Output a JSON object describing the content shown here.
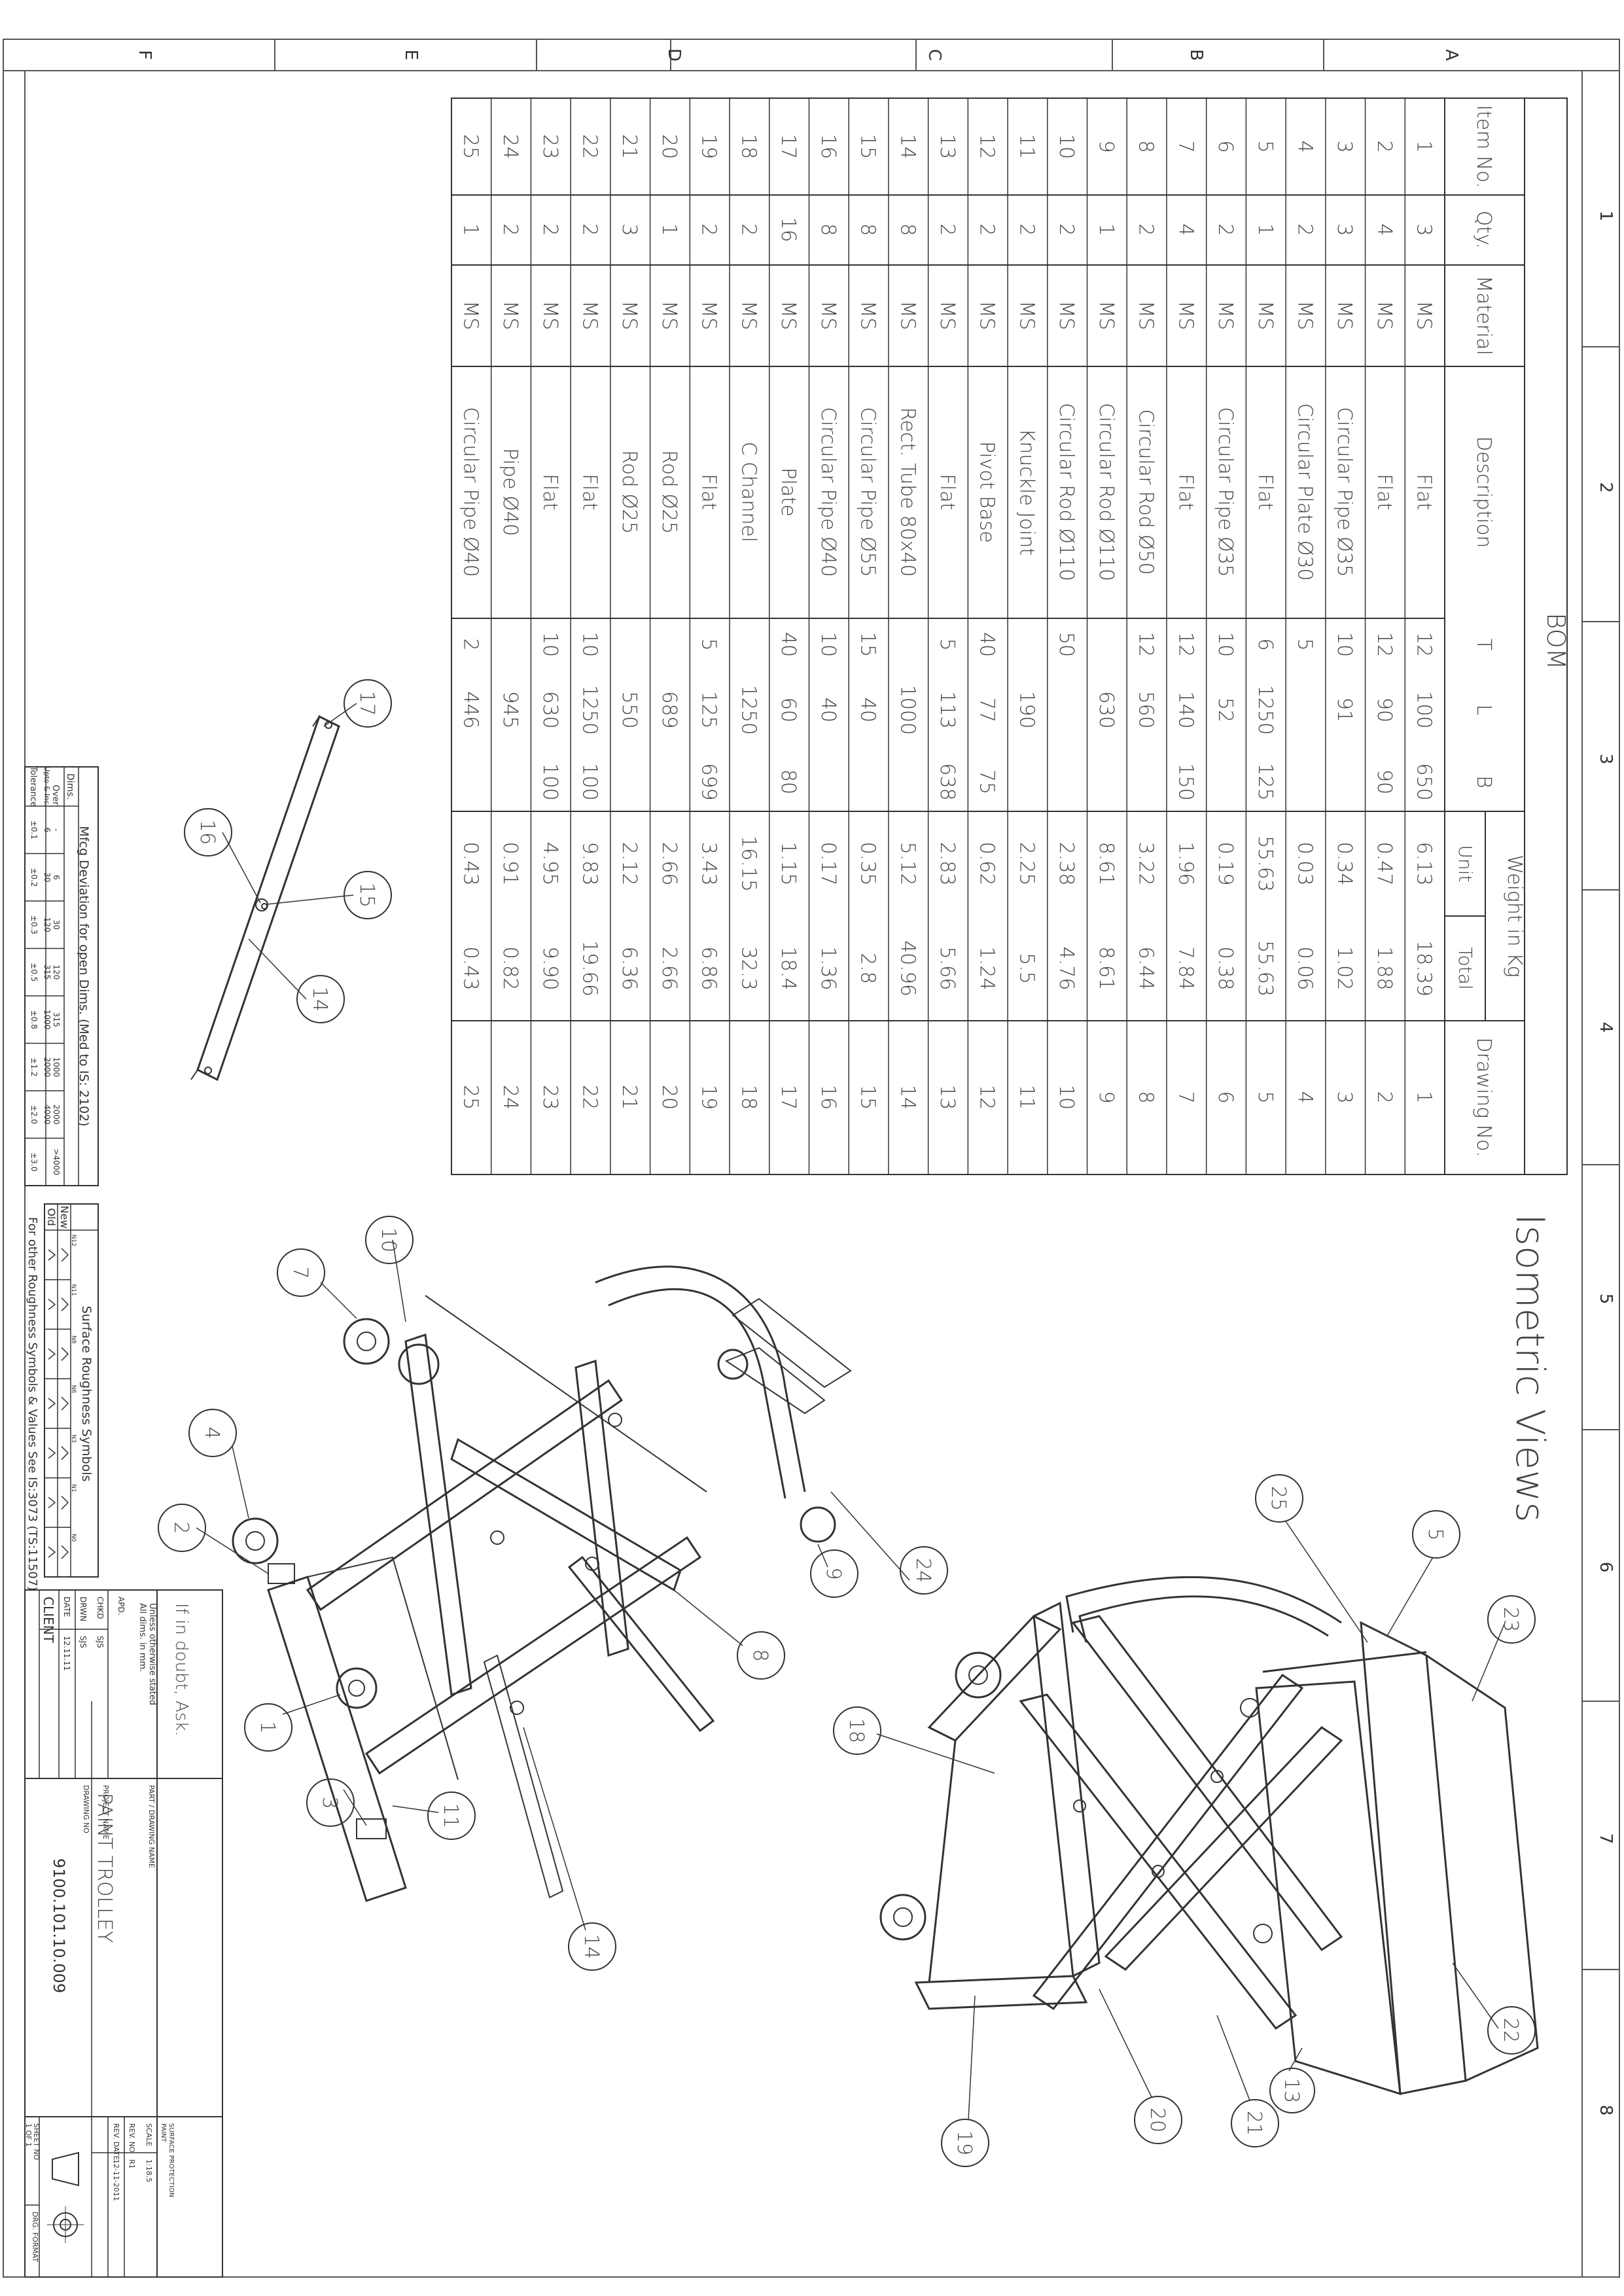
{
  "zones": {
    "letters": [
      "A",
      "B",
      "C",
      "D",
      "E",
      "F"
    ],
    "numbers": [
      "1",
      "2",
      "3",
      "4",
      "5",
      "6",
      "7",
      "8"
    ]
  },
  "bom": {
    "title": "BOM",
    "headers": {
      "item": "Item No.",
      "qty": "Qty.",
      "material": "Material",
      "description": "Description",
      "t": "T",
      "l": "L",
      "b": "B",
      "weight": "Weight in Kg",
      "unit": "Unit",
      "total": "Total",
      "drawing": "Drawing No."
    },
    "rows": [
      {
        "item": "1",
        "qty": "3",
        "material": "MS",
        "desc": "Flat",
        "t": "12",
        "l": "100",
        "b": "650",
        "unit": "6.13",
        "total": "18.39",
        "dwg": "1"
      },
      {
        "item": "2",
        "qty": "4",
        "material": "MS",
        "desc": "Flat",
        "t": "12",
        "l": "90",
        "b": "90",
        "unit": "0.47",
        "total": "1.88",
        "dwg": "2"
      },
      {
        "item": "3",
        "qty": "3",
        "material": "MS",
        "desc": "Circular Pipe Ø35",
        "t": "10",
        "l": "91",
        "b": "",
        "unit": "0.34",
        "total": "1.02",
        "dwg": "3"
      },
      {
        "item": "4",
        "qty": "2",
        "material": "MS",
        "desc": "Circular Plate Ø30",
        "t": "5",
        "l": "",
        "b": "",
        "unit": "0.03",
        "total": "0.06",
        "dwg": "4"
      },
      {
        "item": "5",
        "qty": "1",
        "material": "MS",
        "desc": "Flat",
        "t": "6",
        "l": "1250",
        "b": "125",
        "unit": "55.63",
        "total": "55.63",
        "dwg": "5"
      },
      {
        "item": "6",
        "qty": "2",
        "material": "MS",
        "desc": "Circular Pipe Ø35",
        "t": "10",
        "l": "52",
        "b": "",
        "unit": "0.19",
        "total": "0.38",
        "dwg": "6"
      },
      {
        "item": "7",
        "qty": "4",
        "material": "MS",
        "desc": "Flat",
        "t": "12",
        "l": "140",
        "b": "150",
        "unit": "1.96",
        "total": "7.84",
        "dwg": "7"
      },
      {
        "item": "8",
        "qty": "2",
        "material": "MS",
        "desc": "Circular Rod Ø50",
        "t": "12",
        "l": "560",
        "b": "",
        "unit": "3.22",
        "total": "6.44",
        "dwg": "8"
      },
      {
        "item": "9",
        "qty": "1",
        "material": "MS",
        "desc": "Circular Rod Ø110",
        "t": "",
        "l": "630",
        "b": "",
        "unit": "8.61",
        "total": "8.61",
        "dwg": "9"
      },
      {
        "item": "10",
        "qty": "2",
        "material": "MS",
        "desc": "Circular Rod Ø110",
        "t": "50",
        "l": "",
        "b": "",
        "unit": "2.38",
        "total": "4.76",
        "dwg": "10"
      },
      {
        "item": "11",
        "qty": "2",
        "material": "MS",
        "desc": "Knuckle Joint",
        "t": "",
        "l": "190",
        "b": "",
        "unit": "2.25",
        "total": "5.5",
        "dwg": "11"
      },
      {
        "item": "12",
        "qty": "2",
        "material": "MS",
        "desc": "Pivot Base",
        "t": "40",
        "l": "77",
        "b": "75",
        "unit": "0.62",
        "total": "1.24",
        "dwg": "12"
      },
      {
        "item": "13",
        "qty": "2",
        "material": "MS",
        "desc": "Flat",
        "t": "5",
        "l": "113",
        "b": "638",
        "unit": "2.83",
        "total": "5.66",
        "dwg": "13"
      },
      {
        "item": "14",
        "qty": "8",
        "material": "MS",
        "desc": "Rect. Tube 80x40",
        "t": "",
        "l": "1000",
        "b": "",
        "unit": "5.12",
        "total": "40.96",
        "dwg": "14"
      },
      {
        "item": "15",
        "qty": "8",
        "material": "MS",
        "desc": "Circular Pipe Ø55",
        "t": "15",
        "l": "40",
        "b": "",
        "unit": "0.35",
        "total": "2.8",
        "dwg": "15"
      },
      {
        "item": "16",
        "qty": "8",
        "material": "MS",
        "desc": "Circular Pipe Ø40",
        "t": "10",
        "l": "40",
        "b": "",
        "unit": "0.17",
        "total": "1.36",
        "dwg": "16"
      },
      {
        "item": "17",
        "qty": "16",
        "material": "MS",
        "desc": "Plate",
        "t": "40",
        "l": "60",
        "b": "80",
        "unit": "1.15",
        "total": "18.4",
        "dwg": "17"
      },
      {
        "item": "18",
        "qty": "2",
        "material": "MS",
        "desc": "C Channel",
        "t": "",
        "l": "1250",
        "b": "",
        "unit": "16.15",
        "total": "32.3",
        "dwg": "18"
      },
      {
        "item": "19",
        "qty": "2",
        "material": "MS",
        "desc": "Flat",
        "t": "5",
        "l": "125",
        "b": "699",
        "unit": "3.43",
        "total": "6.86",
        "dwg": "19"
      },
      {
        "item": "20",
        "qty": "1",
        "material": "MS",
        "desc": "Rod Ø25",
        "t": "",
        "l": "689",
        "b": "",
        "unit": "2.66",
        "total": "2.66",
        "dwg": "20"
      },
      {
        "item": "21",
        "qty": "3",
        "material": "MS",
        "desc": "Rod Ø25",
        "t": "",
        "l": "550",
        "b": "",
        "unit": "2.12",
        "total": "6.36",
        "dwg": "21"
      },
      {
        "item": "22",
        "qty": "2",
        "material": "MS",
        "desc": "Flat",
        "t": "10",
        "l": "1250",
        "b": "100",
        "unit": "9.83",
        "total": "19.66",
        "dwg": "22"
      },
      {
        "item": "23",
        "qty": "2",
        "material": "MS",
        "desc": "Flat",
        "t": "10",
        "l": "630",
        "b": "100",
        "unit": "4.95",
        "total": "9.90",
        "dwg": "23"
      },
      {
        "item": "24",
        "qty": "2",
        "material": "MS",
        "desc": "Pipe Ø40",
        "t": "",
        "l": "945",
        "b": "",
        "unit": "0.91",
        "total": "0.82",
        "dwg": "24"
      },
      {
        "item": "25",
        "qty": "1",
        "material": "MS",
        "desc": "Circular Pipe Ø40",
        "t": "2",
        "l": "446",
        "b": "",
        "unit": "0.43",
        "total": "0.43",
        "dwg": "25"
      }
    ]
  },
  "isometric_title": "Isometric Views",
  "balloons": {
    "left_view": [
      "17",
      "16",
      "15",
      "14"
    ],
    "middle_view": [
      "10",
      "7",
      "4",
      "2",
      "1",
      "3",
      "11",
      "14",
      "8",
      "9",
      "24"
    ],
    "right_view": [
      "25",
      "5",
      "23",
      "18",
      "22",
      "19",
      "20",
      "21",
      "13"
    ]
  },
  "tolerance": {
    "title": "Mfcg Deviation for open Dims. (Med to IS: 2102)",
    "row_dims": "Dims.",
    "row_over": "Over",
    "row_upto": "Upto & Inc.",
    "row_tol": "Tolerance",
    "over": [
      "-",
      "6",
      "30",
      "120",
      "315",
      "1000",
      "2000",
      ">4000"
    ],
    "upto": [
      "6",
      "30",
      "120",
      "315",
      "1000",
      "2000",
      "4000",
      ""
    ],
    "tol": [
      "±0.1",
      "±0.2",
      "±0.3",
      "±0.5",
      "±0.8",
      "±1.2",
      "±2.0",
      "±3.0"
    ]
  },
  "roughness": {
    "title": "Surface Roughness Symbols",
    "new_label": "New",
    "old_label": "Old",
    "grades": [
      "N12",
      "N11",
      "N8",
      "N6",
      "N3",
      "N1",
      "N0"
    ],
    "note": "For other Roughness Symbols & Values See IS:3073 (TS:11507)"
  },
  "title_block": {
    "note_line1": "If in doubt, Ask.",
    "note_line2": "Unless otherwise stated",
    "note_line3": "All dims. in mm.",
    "apd_label": "APD.",
    "chkd_label": "CHKD",
    "chkd_value": "SJS",
    "drwn_label": "DRWN",
    "drwn_value": "SJS",
    "date_label": "DATE",
    "date_value": "12.11.11",
    "client_label": "CLIENT",
    "part_label": "PART / DRAWING NAME",
    "project_label": "PROJECT NAME",
    "project_value": "PAINT TROLLEY",
    "drawing_no_label": "DRAWING NO",
    "drawing_no_value": "9100.101.10.009",
    "surface_label": "SURFACE PROTECTION",
    "surface_value": "PAINT",
    "scale_label": "SCALE",
    "scale_value": "1:18.5",
    "rev_label": "REV. NO",
    "rev_value": "R1",
    "rev_date_label": "REV. DATE",
    "rev_date_value": "12-11-2011",
    "sheet_label": "SHEET NO",
    "sheet_value": "1 OF 1",
    "format_label": "DRG. FORMAT"
  }
}
